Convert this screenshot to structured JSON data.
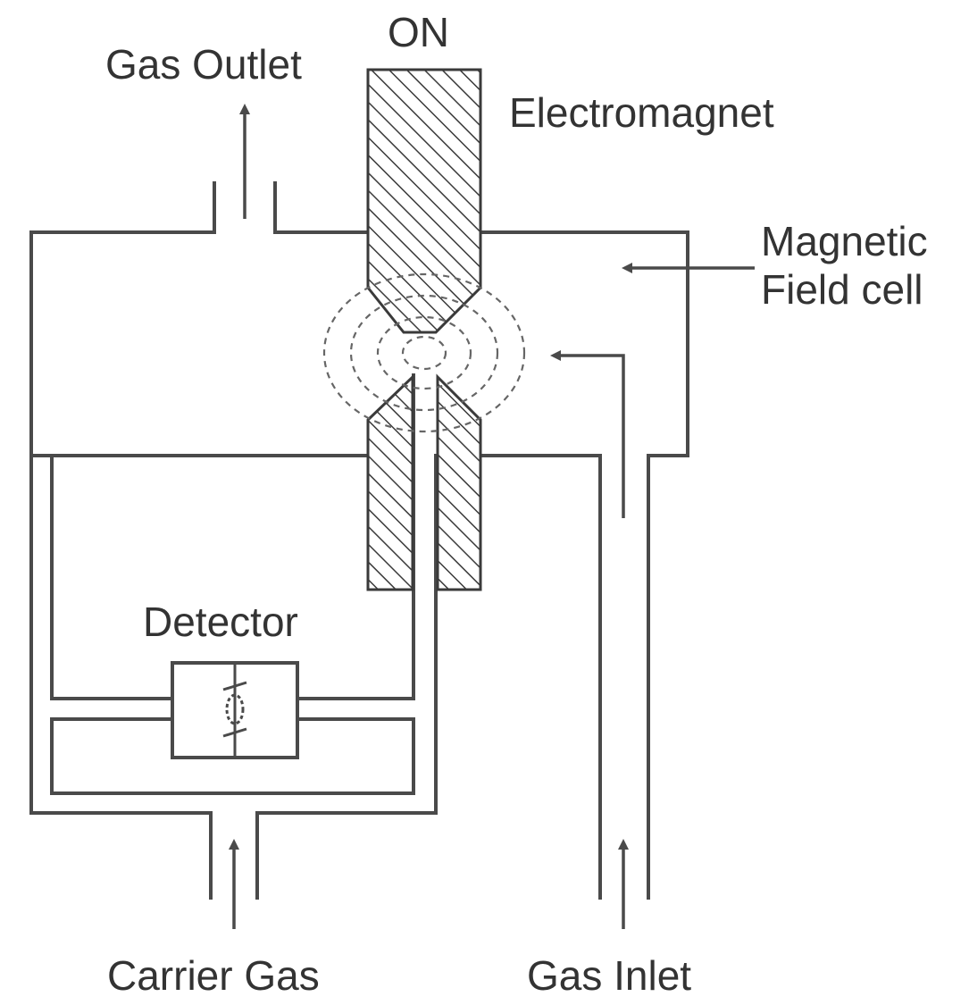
{
  "labels": {
    "on": "ON",
    "gas_outlet": "Gas Outlet",
    "electromagnet": "Electromagnet",
    "magnetic_field_cell_line1": "Magnetic",
    "magnetic_field_cell_line2": "Field cell",
    "detector": "Detector",
    "carrier_gas": "Carrier Gas",
    "gas_inlet": "Gas Inlet"
  },
  "colors": {
    "line": "#4a4a4a",
    "text": "#333333",
    "background": "#ffffff"
  }
}
